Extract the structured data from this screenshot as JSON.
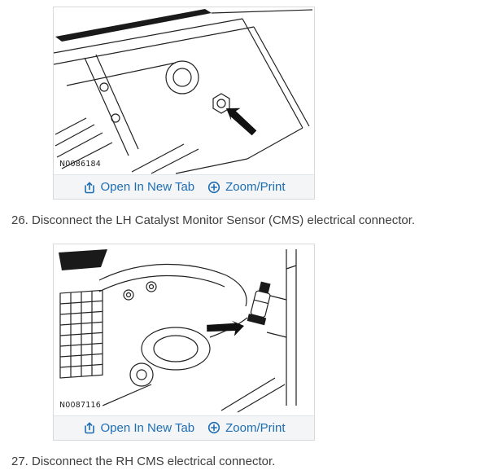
{
  "colors": {
    "link_blue": "#1e6db3",
    "step_text": "#3e3e3e",
    "caption_bar_bg": "#f3f5f7",
    "figure_border": "#d7dadd",
    "line_art": "#222222"
  },
  "icons": {
    "open_in_new_tab": "box-with-up-arrow",
    "zoom_print": "circle-plus",
    "callout_arrow": "solid-black-arrow"
  },
  "figures": [
    {
      "label": "N0086184",
      "open_in_new_tab": "Open In New Tab",
      "zoom_print": "Zoom/Print"
    },
    {
      "label": "N0087116",
      "open_in_new_tab": "Open In New Tab",
      "zoom_print": "Zoom/Print"
    }
  ],
  "steps": [
    "26. Disconnect the LH Catalyst Monitor Sensor (CMS) electrical connector.",
    "27. Disconnect the RH CMS electrical connector."
  ]
}
